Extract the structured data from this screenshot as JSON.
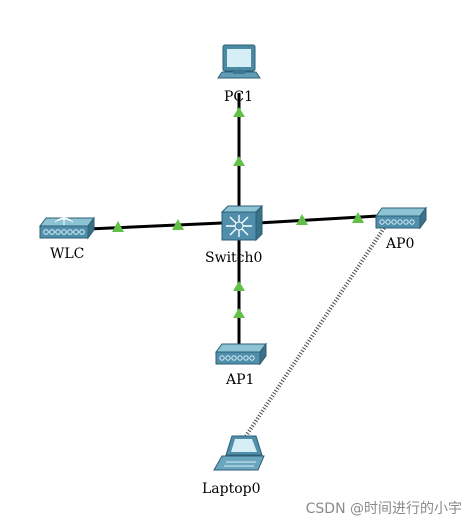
{
  "devices": {
    "pc": {
      "label": "PC1",
      "icon": "pc-icon"
    },
    "wlc": {
      "label": "WLC",
      "icon": "wireless-lan-controller-icon"
    },
    "switch": {
      "label": "Switch0",
      "icon": "multilayer-switch-icon"
    },
    "ap0": {
      "label": "AP0",
      "icon": "access-point-icon"
    },
    "ap1": {
      "label": "AP1",
      "icon": "access-point-icon"
    },
    "laptop": {
      "label": "Laptop0",
      "icon": "laptop-icon"
    }
  },
  "links": {
    "wired_color": "#000000",
    "wireless_color": "#555555",
    "link_up_color": "#5cb85c"
  },
  "watermark": "CSDN @时间进行的小宇"
}
